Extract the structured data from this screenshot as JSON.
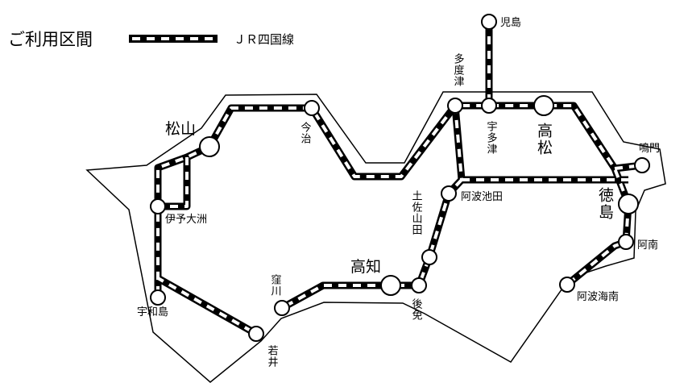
{
  "legend": {
    "title": "ご利用区間",
    "line_label": "ＪＲ四国線"
  },
  "colors": {
    "track": "#000000",
    "track_dash": "#ffffff",
    "outline": "#000000",
    "background": "#ffffff"
  },
  "stations": {
    "kojima": "児島",
    "tadotsu": "多度津",
    "utazu": "宇多津",
    "takamatsu": "高松",
    "naruto": "鳴門",
    "imabari": "今治",
    "matsuyama": "松山",
    "iyo_ozu": "伊予大洲",
    "uwajima": "宇和島",
    "wakai": "若井",
    "kubokawa": "窪川",
    "kochi": "高知",
    "gomen": "後免",
    "tosa_yamada": "土佐山田",
    "awa_ikeda": "阿波池田",
    "tokushima": "徳島",
    "anan": "阿南",
    "awa_kainan": "阿波海南"
  }
}
